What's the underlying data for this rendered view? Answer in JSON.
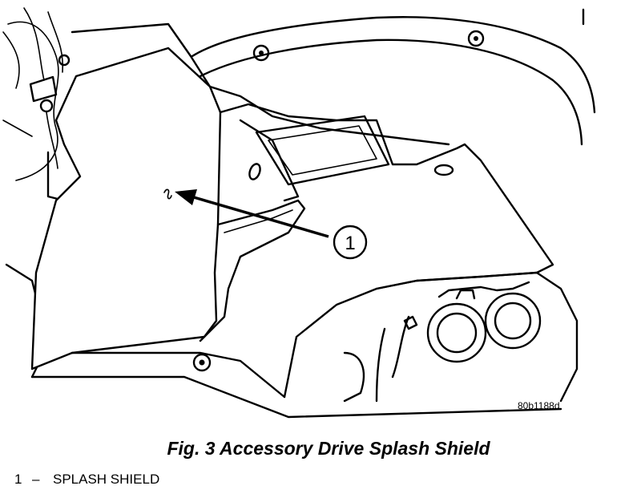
{
  "figure": {
    "callout_number": "1",
    "code": "80b1188d"
  },
  "caption": "Fig. 3 Accessory Drive Splash Shield",
  "legend": [
    {
      "number": "1",
      "dash": "–",
      "label": "SPLASH SHIELD"
    }
  ]
}
